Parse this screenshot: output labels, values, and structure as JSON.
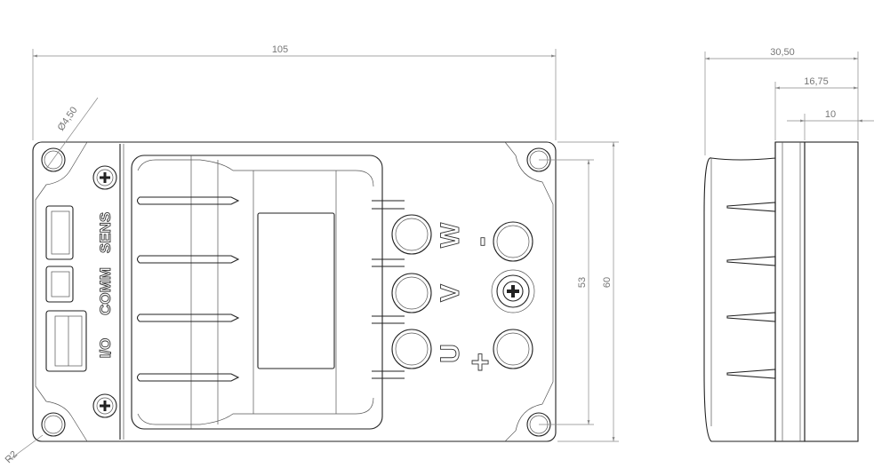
{
  "dimensions": {
    "front_width": "105",
    "hole_diameter": "Ø4,50",
    "corner_radius": "R2",
    "hole_spacing_height": "53",
    "overall_height": "60",
    "side_depth": "30,50",
    "side_flange_depth": "16,75",
    "side_inner_depth": "10"
  },
  "connectors": {
    "sens": "SENS",
    "comm": "COMM",
    "io": "I/O"
  },
  "terminals": {
    "u": "U",
    "v": "V",
    "w": "W",
    "plus": "+",
    "minus": "-"
  },
  "colors": {
    "line": "#222222",
    "dimension": "#888888"
  }
}
